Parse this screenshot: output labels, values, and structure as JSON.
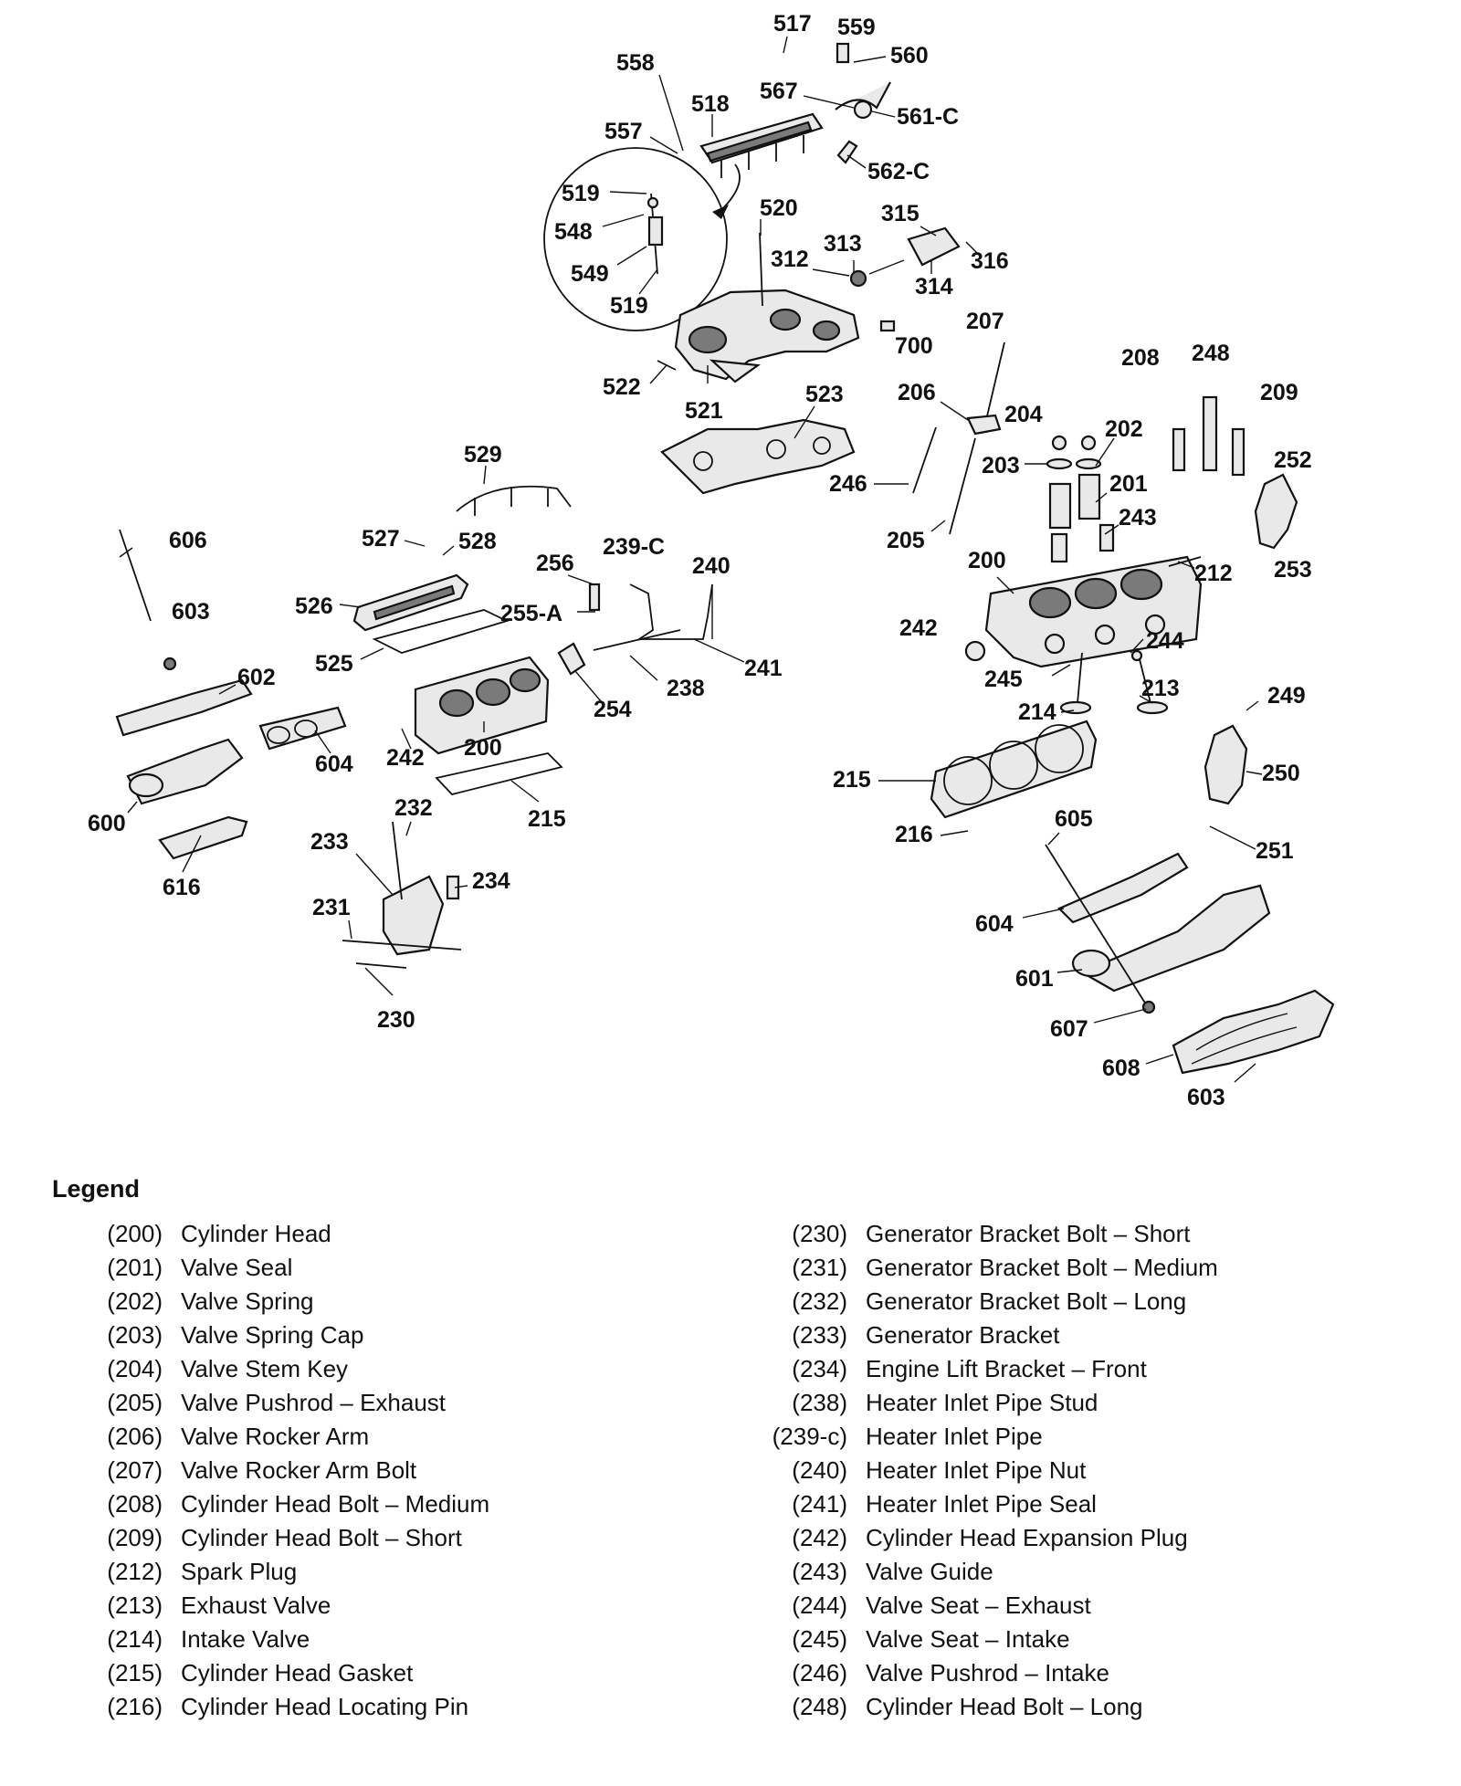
{
  "diagram": {
    "callouts": [
      "517",
      "559",
      "560",
      "558",
      "567",
      "561-C",
      "518",
      "557",
      "562-C",
      "519",
      "548",
      "520",
      "315",
      "313",
      "312",
      "316",
      "549",
      "314",
      "519",
      "207",
      "700",
      "208",
      "248",
      "522",
      "521",
      "523",
      "206",
      "204",
      "209",
      "202",
      "203",
      "201",
      "252",
      "529",
      "246",
      "243",
      "253",
      "205",
      "606",
      "527",
      "528",
      "256",
      "239-C",
      "240",
      "200",
      "212",
      "526",
      "255-A",
      "603",
      "242",
      "244",
      "525",
      "241",
      "245",
      "213",
      "249",
      "602",
      "238",
      "254",
      "214",
      "200",
      "242",
      "250",
      "604",
      "215",
      "215",
      "600",
      "216",
      "605",
      "251",
      "232",
      "233",
      "234",
      "231",
      "616",
      "604",
      "601",
      "607",
      "230",
      "608",
      "603"
    ]
  },
  "legend": {
    "title": "Legend",
    "left": [
      {
        "code": "(200)",
        "label": "Cylinder Head"
      },
      {
        "code": "(201)",
        "label": "Valve Seal"
      },
      {
        "code": "(202)",
        "label": "Valve Spring"
      },
      {
        "code": "(203)",
        "label": "Valve Spring Cap"
      },
      {
        "code": "(204)",
        "label": "Valve Stem Key"
      },
      {
        "code": "(205)",
        "label": "Valve Pushrod – Exhaust"
      },
      {
        "code": "(206)",
        "label": "Valve Rocker Arm"
      },
      {
        "code": "(207)",
        "label": "Valve Rocker Arm Bolt"
      },
      {
        "code": "(208)",
        "label": "Cylinder Head Bolt – Medium"
      },
      {
        "code": "(209)",
        "label": "Cylinder Head Bolt – Short"
      },
      {
        "code": "(212)",
        "label": "Spark Plug"
      },
      {
        "code": "(213)",
        "label": "Exhaust Valve"
      },
      {
        "code": "(214)",
        "label": "Intake Valve"
      },
      {
        "code": "(215)",
        "label": "Cylinder Head Gasket"
      },
      {
        "code": "(216)",
        "label": "Cylinder Head Locating Pin"
      }
    ],
    "right": [
      {
        "code": "(230)",
        "label": "Generator Bracket Bolt – Short"
      },
      {
        "code": "(231)",
        "label": "Generator Bracket Bolt – Medium"
      },
      {
        "code": "(232)",
        "label": "Generator Bracket Bolt – Long"
      },
      {
        "code": "(233)",
        "label": "Generator Bracket"
      },
      {
        "code": "(234)",
        "label": "Engine Lift Bracket – Front"
      },
      {
        "code": "(238)",
        "label": "Heater Inlet Pipe Stud"
      },
      {
        "code": "(239-c)",
        "label": "Heater Inlet Pipe"
      },
      {
        "code": "(240)",
        "label": "Heater Inlet Pipe Nut"
      },
      {
        "code": "(241)",
        "label": "Heater Inlet Pipe Seal"
      },
      {
        "code": "(242)",
        "label": "Cylinder Head Expansion Plug"
      },
      {
        "code": "(243)",
        "label": "Valve Guide"
      },
      {
        "code": "(244)",
        "label": "Valve Seat – Exhaust"
      },
      {
        "code": "(245)",
        "label": "Valve Seat – Intake"
      },
      {
        "code": "(246)",
        "label": "Valve Pushrod – Intake"
      },
      {
        "code": "(248)",
        "label": "Cylinder Head Bolt – Long"
      }
    ]
  }
}
